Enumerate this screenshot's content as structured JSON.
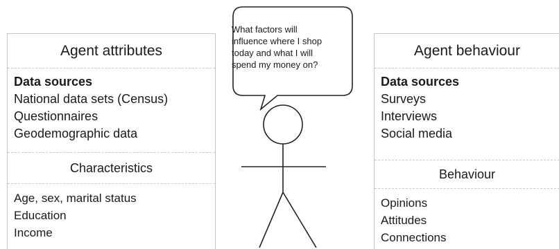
{
  "left_panel": {
    "title": "Agent attributes",
    "sources_heading": "Data sources",
    "sources": [
      "National data sets (Census)",
      "Questionnaires",
      "Geodemographic data"
    ],
    "section_title": "Characteristics",
    "items": [
      "Age, sex, marital status",
      "Education",
      "Income"
    ]
  },
  "right_panel": {
    "title": "Agent behaviour",
    "sources_heading": "Data sources",
    "sources": [
      "Surveys",
      "Interviews",
      "Social media"
    ],
    "section_title": "Behaviour",
    "items": [
      "Opinions",
      "Attitudes",
      "Connections"
    ]
  },
  "speech_bubble": {
    "lines": [
      "What factors will",
      "influence where I shop",
      "today and what I will",
      "spend my money on?"
    ]
  }
}
